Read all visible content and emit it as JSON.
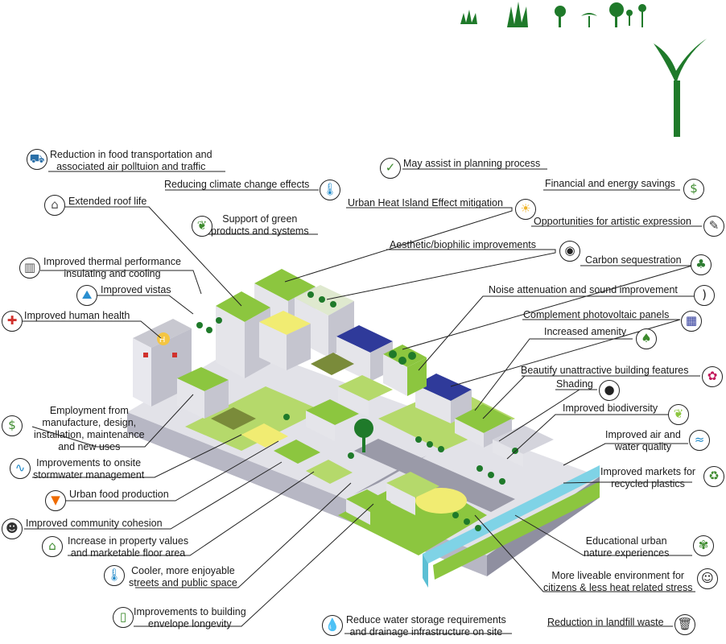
{
  "labels": {
    "food_transport": [
      "Reduction in food transportation and",
      "associated air polltuion and traffic"
    ],
    "climate_change": "Reducing climate change effects",
    "planning": "May assist in planning process",
    "energy_savings": "Financial and energy savings",
    "roof_life": "Extended roof life",
    "green_products": [
      "Support of green",
      "products and systems"
    ],
    "heat_island": "Urban Heat Island Effect mitigation",
    "artistic": "Opportunities for artistic expression",
    "aesthetic": "Aesthetic/biophilic improvements",
    "thermal": [
      "Improved thermal performance",
      "insulating and cooling"
    ],
    "carbon": "Carbon sequestration",
    "vistas": "Improved vistas",
    "noise": "Noise attenuation and sound improvement",
    "health": "Improved human health",
    "photovoltaic": "Complement photovoltaic panels",
    "amenity": "Increased amenity",
    "beautify": "Beautify unattractive building features",
    "shading": "Shading",
    "employment": [
      "Employment from",
      "manufacture, design,",
      "installation, maintenance",
      "and new uses"
    ],
    "biodiversity": "Improved biodiversity",
    "air_water": [
      "Improved air and",
      "water quality"
    ],
    "stormwater": [
      "Improvements to onsite",
      "stormwater management"
    ],
    "markets": [
      "Improved markets for",
      "recycled plastics"
    ],
    "food_production": "Urban food production",
    "cohesion": "Improved community cohesion",
    "property": [
      "Increase in property values",
      "and marketable floor area"
    ],
    "educational": [
      "Educational urban",
      "nature experiences"
    ],
    "cooler_streets": [
      "Cooler, more enjoyable",
      "streets and public space"
    ],
    "liveable": [
      "More liveable environment for",
      "citizens & less heat related stress"
    ],
    "envelope": [
      "Improvements to building",
      "envelope longevity"
    ],
    "water_storage": [
      "Reduce water storage requirements",
      "and drainage infrastructure on site"
    ],
    "landfill": "Reduction in landfill waste"
  },
  "icons": {
    "food_transport": "truck-icon",
    "climate_change": "thermometer-earth-icon",
    "planning": "checkmark-icon",
    "energy_savings": "money-energy-icon",
    "roof_life": "house-icon",
    "green_products": "leaf-icon",
    "heat_island": "city-sun-icon",
    "artistic": "paintbrush-icon",
    "aesthetic": "eye-icon",
    "thermal": "insulation-icon",
    "carbon": "tree-icon",
    "vistas": "landscape-icon",
    "noise": "sound-waves-icon",
    "health": "medical-cross-icon",
    "photovoltaic": "solar-panel-icon",
    "amenity": "person-tree-icon",
    "beautify": "flower-icon",
    "shading": "shade-icon",
    "employment": "money-hand-icon",
    "biodiversity": "leaf-icon",
    "air_water": "wind-drop-icon",
    "stormwater": "water-wave-icon",
    "markets": "recycle-icon",
    "food_production": "carrot-icon",
    "cohesion": "people-icon",
    "property": "house-money-icon",
    "educational": "brain-leaf-icon",
    "cooler_streets": "thermometer-icon",
    "liveable": "smiley-icon",
    "envelope": "building-icon",
    "water_storage": "water-drop-icon",
    "landfill": "trash-can-icon"
  },
  "colors": {
    "roof_green": "#8cc63f",
    "light_green": "#b5d96b",
    "building_grey": "#d9d9de",
    "building_dark": "#a8a8b4",
    "water": "#7fd3e6",
    "plant_green": "#1f7a2a",
    "solar_blue": "#2f3a9a",
    "health_red": "#d0312d"
  }
}
